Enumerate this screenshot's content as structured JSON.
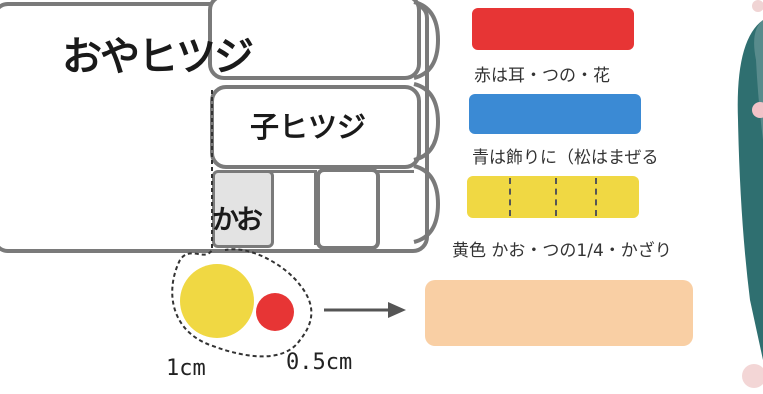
{
  "labels": {
    "parent_sheep": "おやヒツジ",
    "child_sheep": "子ヒツジ",
    "face": "かお"
  },
  "legend": [
    {
      "color": "#e73535",
      "text": "赤は耳・つの・花",
      "dashes": false
    },
    {
      "color": "#3b8ad4",
      "text": "青は飾りに（松はまぜる",
      "dashes": false
    },
    {
      "color": "#f0d843",
      "text": "黄色 かお・つの1/4・かざり",
      "dashes": true
    }
  ],
  "circles": {
    "large": {
      "color": "#f0d843",
      "label": "1cm"
    },
    "small": {
      "color": "#e73535",
      "label": "0.5cm"
    }
  },
  "result": {
    "color": "#f9cfa4"
  },
  "colors": {
    "outline": "#7a7a7a",
    "face_fill": "#e3e3e3",
    "arrow": "#555555"
  }
}
